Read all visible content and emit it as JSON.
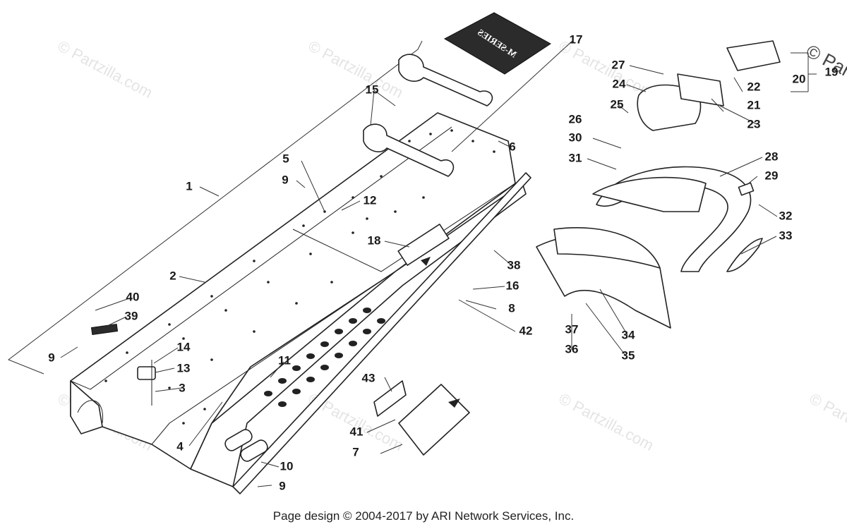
{
  "watermark": "© Partzilla.com",
  "logo_text": "M-SERIES",
  "footer": "Page design © 2004-2017 by ARI Network Services, Inc.",
  "labels": {
    "l1": "1",
    "l2": "2",
    "l3": "3",
    "l4": "4",
    "l5": "5",
    "l6": "6",
    "l7": "7",
    "l8": "8",
    "l9a": "9",
    "l9b": "9",
    "l9c": "9",
    "l10": "10",
    "l11": "11",
    "l12": "12",
    "l13": "13",
    "l14": "14",
    "l15": "15",
    "l16": "16",
    "l17": "17",
    "l18": "18",
    "l19": "19",
    "l20": "20",
    "l21": "21",
    "l22": "22",
    "l23": "23",
    "l24": "24",
    "l25": "25",
    "l26": "26",
    "l27": "27",
    "l28": "28",
    "l29": "29",
    "l30": "30",
    "l31": "31",
    "l32": "32",
    "l33": "33",
    "l34": "34",
    "l35": "35",
    "l36": "36",
    "l37": "37",
    "l38": "38",
    "l39": "39",
    "l40": "40",
    "l41": "41",
    "l42": "42",
    "l43": "43"
  }
}
